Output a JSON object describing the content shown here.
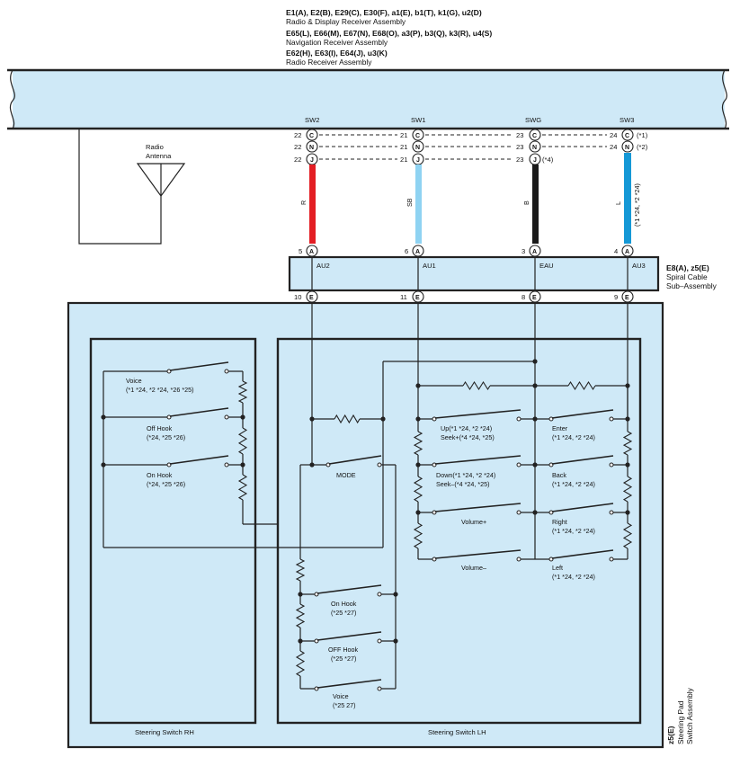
{
  "header": {
    "line1_codes": "E1(A), E2(B), E29(C), E30(F), a1(E), b1(T), k1(G), u2(D)",
    "line1_name": "Radio & Display Receiver Assembly",
    "line2_codes": "E65(L), E66(M), E67(N), E68(O), a3(P), b3(Q), k3(R), u4(S)",
    "line2_name": "Navigation Receiver Assembly",
    "line3_codes": "E62(H), E63(I), E64(J), u3(K)",
    "line3_name": "Radio Receiver Assembly"
  },
  "antenna": {
    "label_line1": "Radio",
    "label_line2": "Antenna"
  },
  "receiver_terminals": [
    {
      "name": "SW2",
      "pins": [
        "22",
        "22",
        "22"
      ],
      "connectors": [
        "C",
        "N",
        "J"
      ],
      "notes": [
        "",
        "",
        ""
      ]
    },
    {
      "name": "SW1",
      "pins": [
        "21",
        "21",
        "21"
      ],
      "connectors": [
        "C",
        "N",
        "J"
      ],
      "notes": [
        "",
        "",
        ""
      ]
    },
    {
      "name": "SWG",
      "pins": [
        "23",
        "23",
        "23"
      ],
      "connectors": [
        "C",
        "N",
        "J"
      ],
      "notes": [
        "",
        "",
        "(*4)"
      ]
    },
    {
      "name": "SW3",
      "pins": [
        "24",
        "24",
        "24"
      ],
      "connectors": [
        "C",
        "N",
        "J"
      ],
      "notes": [
        "(*1)",
        "(*2)",
        ""
      ]
    }
  ],
  "wires": [
    {
      "color_code": "R",
      "color": "#e31e24",
      "note": ""
    },
    {
      "color_code": "SB",
      "color": "#8fd3f2",
      "note": ""
    },
    {
      "color_code": "B",
      "color": "#1a1a1a",
      "note": ""
    },
    {
      "color_code": "L",
      "color": "#1598d6",
      "note": "(*1 *24, *2 *24)"
    }
  ],
  "spiral_cable": {
    "codes": "E8(A), z5(E)",
    "name_line1": "Spiral Cable",
    "name_line2": "Sub–Assembly",
    "top_pins": [
      "5",
      "6",
      "3",
      "4"
    ],
    "top_connector": "A",
    "terminals": [
      "AU2",
      "AU1",
      "EAU",
      "AU3"
    ],
    "bottom_pins": [
      "10",
      "11",
      "8",
      "9"
    ],
    "bottom_connector": "E"
  },
  "steering_pad": {
    "code": "z5(E)",
    "name_line1": "Steering Pad",
    "name_line2": "Switch Assembly"
  },
  "switch_rh": {
    "title": "Steering Switch RH",
    "switches": [
      {
        "label": "Voice",
        "note": "(*1 *24, *2 *24, *26 *25)"
      },
      {
        "label": "Off Hook",
        "note": "(*24, *25 *26)"
      },
      {
        "label": "On Hook",
        "note": "(*24, *25 *26)"
      }
    ]
  },
  "switch_lh": {
    "title": "Steering Switch LH",
    "mode_label": "MODE",
    "left_switches": [
      {
        "label": "Up(*1 *24, *2 *24)",
        "note": "Seek+(*4 *24, *25)"
      },
      {
        "label": "Down(*1 *24, *2 *24)",
        "note": "Seek–(*4 *24, *25)"
      },
      {
        "label": "Volume+",
        "note": ""
      },
      {
        "label": "Volume–",
        "note": ""
      }
    ],
    "right_switches": [
      {
        "label": "Enter",
        "note": "(*1 *24, *2 *24)"
      },
      {
        "label": "Back",
        "note": "(*1 *24, *2 *24)"
      },
      {
        "label": "Right",
        "note": "(*1 *24, *2 *24)"
      },
      {
        "label": "Left",
        "note": "(*1 *24, *2 *24)"
      }
    ],
    "lower_switches": [
      {
        "label": "On Hook",
        "note": "(*25 *27)"
      },
      {
        "label": "OFF Hook",
        "note": "(*25 *27)"
      },
      {
        "label": "Voice",
        "note": "(*25 27)"
      }
    ]
  }
}
